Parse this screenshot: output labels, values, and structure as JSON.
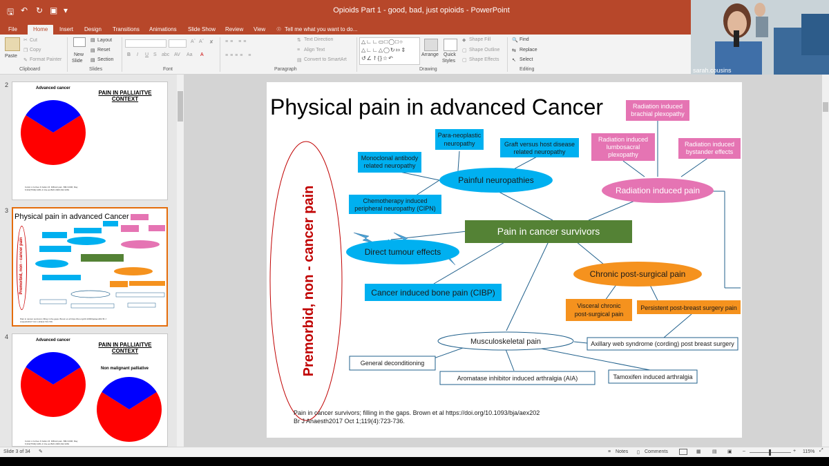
{
  "window": {
    "title": "Opioids Part 1 - good, bad, just opioids - PowerPoint",
    "tabs": [
      "File",
      "Home",
      "Insert",
      "Design",
      "Transitions",
      "Animations",
      "Slide Show",
      "Review",
      "View"
    ],
    "active_tab": "Home",
    "tell_me": "Tell me what you want to do...",
    "accent": "#b7472a"
  },
  "ribbon": {
    "clipboard": {
      "paste": "Paste",
      "cut": "Cut",
      "copy": "Copy",
      "format_painter": "Format Painter",
      "label": "Clipboard"
    },
    "slides": {
      "new_slide": "New",
      "new_slide_2": "Slide",
      "layout": "Layout",
      "reset": "Reset",
      "section": "Section",
      "label": "Slides"
    },
    "font": {
      "label": "Font",
      "bold": "B",
      "italic": "I",
      "underline": "U",
      "strike": "S",
      "shadow": "abc",
      "spacing": "AV",
      "case": "Aa"
    },
    "paragraph": {
      "text_direction": "Text Direction",
      "align_text": "Align Text",
      "convert_smartart": "Convert to SmartArt",
      "label": "Paragraph"
    },
    "drawing": {
      "arrange": "Arrange",
      "quick": "Quick",
      "styles": "Styles",
      "shape_fill": "Shape Fill",
      "shape_outline": "Shape Outline",
      "shape_effects": "Shape Effects",
      "label": "Drawing"
    },
    "editing": {
      "find": "Find",
      "replace": "Replace",
      "select": "Select",
      "label": "Editing"
    }
  },
  "webcam": {
    "name": "sarah.cousins"
  },
  "thumbnails": [
    {
      "num": "2",
      "title_left": "Advanced cancer",
      "title_right": "PAIN IN PALLIAITVE CONTEXT",
      "ref": "Colvin L Forbes K Fallon M. Difficult pain. BMJ 2006; May 6;332(7549):1081-3 Cite as BMJ 2006;332:1081"
    },
    {
      "num": "3",
      "title": "Physical pain in advanced Cancer",
      "side": "Premorbid, non - cancer pain",
      "ref": "Pain in cancer survivors; filling in the gaps. Brown et al https://doi.org/10.1093/bja/aex202 Br J Anaesth2017 Oct 1;119(4):723-736."
    },
    {
      "num": "4",
      "title_left": "Advanced cancer",
      "title_right": "PAIN IN PALLIAITVE CONTEXT",
      "subtitle": "Non malignant palliative",
      "ref": "Colvin L Forbes K Fallon M. Difficult pain. BMJ 2006; May 6;332(7549):1081-3 Cite as BMJ 2006;332:1081"
    }
  ],
  "slide": {
    "title": "Physical pain in advanced Cancer",
    "side_label": "Premorbid, non - cancer pain",
    "center": "Pain in cancer survivors",
    "painful_neuropathies": "Painful neuropathies",
    "radiation_pain": "Radiation induced pain",
    "direct_tumour": "Direct tumour effects",
    "chronic_postsurg": "Chronic post-surgical pain",
    "cibp": "Cancer induced bone pain (CIBP)",
    "musculoskeletal": "Musculoskeletal pain",
    "paraneoplastic": [
      "Para-neoplastic",
      "neuropathy"
    ],
    "gvhd": [
      "Graft versus host disease",
      "related neuropathy"
    ],
    "monoclonal": [
      "Monoclonal antibody",
      "related neuropathy"
    ],
    "cipn": [
      "Chemotherapy induced",
      "peripheral neuropathy (CIPN)"
    ],
    "brachial": [
      "Radiation induced",
      "brachial plexopathy"
    ],
    "lumbosacral": [
      "Radiation induced",
      "lumbosacral",
      "plexopathy"
    ],
    "bystander": [
      "Radiation induced",
      "bystander effects"
    ],
    "visceral": [
      "Visceral chronic",
      "post-surgical pain"
    ],
    "breast": "Persistent post-breast surgery pain",
    "axillary": "Axillary web syndrome (cording) post breast surgery",
    "deconditioning": "General deconditioning",
    "aromatase": "Aromatase inhibitor induced arthralgia (AIA)",
    "tamoxifen": "Tamoxifen induced arthralgia",
    "ref1": "Pain in cancer survivors; filling in the gaps. Brown et al https://doi.org/10.1093/bja/aex202",
    "ref2": "Br J Anaesth2017 Oct 1;119(4):723-736."
  },
  "pie": {
    "red_fraction": 0.68,
    "blue_fraction": 0.32,
    "red": "#ff0000",
    "blue": "#0000ff"
  },
  "status": {
    "slide": "Slide 3 of 34",
    "notes": "Notes",
    "comments": "Comments",
    "zoom": "115%"
  }
}
